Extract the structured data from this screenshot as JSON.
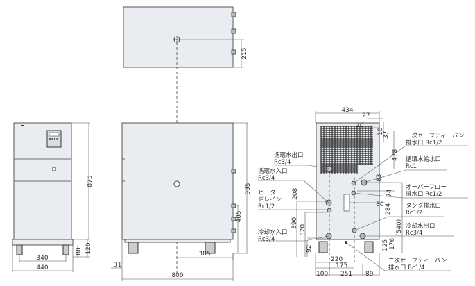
{
  "colors": {
    "body": "#e9edf1",
    "line": "#444444"
  },
  "top_view": {
    "dims": {
      "port_offset": "215"
    }
  },
  "front_view": {
    "dims": {
      "height": "875",
      "base": "120",
      "caster": "80",
      "caster_span": "340",
      "width": "440"
    }
  },
  "side_view": {
    "dims": {
      "height": "995",
      "port_height": "405",
      "center_offset": "385",
      "overhang": "31",
      "depth": "800"
    }
  },
  "rear_view": {
    "dims": {
      "width": "434",
      "d27": "27",
      "d20": "20",
      "d10": "10",
      "d37": "37",
      "d478": "478",
      "d83": "83",
      "d74": "74",
      "d80": "80",
      "d284": "284",
      "d540": "(540)",
      "d176": "176",
      "d125": "125",
      "d208": "208",
      "d390": "390",
      "d320": "320",
      "d92": "92",
      "d220": "220",
      "d175": "175",
      "d100": "100",
      "d251": "251",
      "d89": "89"
    },
    "labels": [
      {
        "name": "circulating-water-outlet",
        "line1": "循環水出口",
        "line2": "Rc3/4"
      },
      {
        "name": "circulating-water-inlet",
        "line1": "循環水入口",
        "line2": "Rc3/4"
      },
      {
        "name": "heater-drain",
        "line1": "ヒーター",
        "line2": "ドレイン",
        "line3": "Rc1/2"
      },
      {
        "name": "cooling-water-inlet",
        "line1": "冷却水入口",
        "line2": "Rc3/4"
      },
      {
        "name": "primary-safety-pan-drain",
        "line1": "一次セーフティーパン",
        "line2": "排水口 Rc1/2"
      },
      {
        "name": "circulating-water-supply",
        "line1": "循環水給水口",
        "line2": "Rc1"
      },
      {
        "name": "overflow-drain",
        "line1": "オーバーフロー",
        "line2": "排水口 Rc1/2"
      },
      {
        "name": "tank-drain",
        "line1": "タンク排水口",
        "line2": "Rc1/2"
      },
      {
        "name": "cooling-water-outlet",
        "line1": "冷却水出口",
        "line2": "Rc3/4"
      },
      {
        "name": "secondary-safety-pan-drain",
        "line1": "二次セーフティーパン",
        "line2": "排水口 Rc1/4"
      }
    ]
  }
}
